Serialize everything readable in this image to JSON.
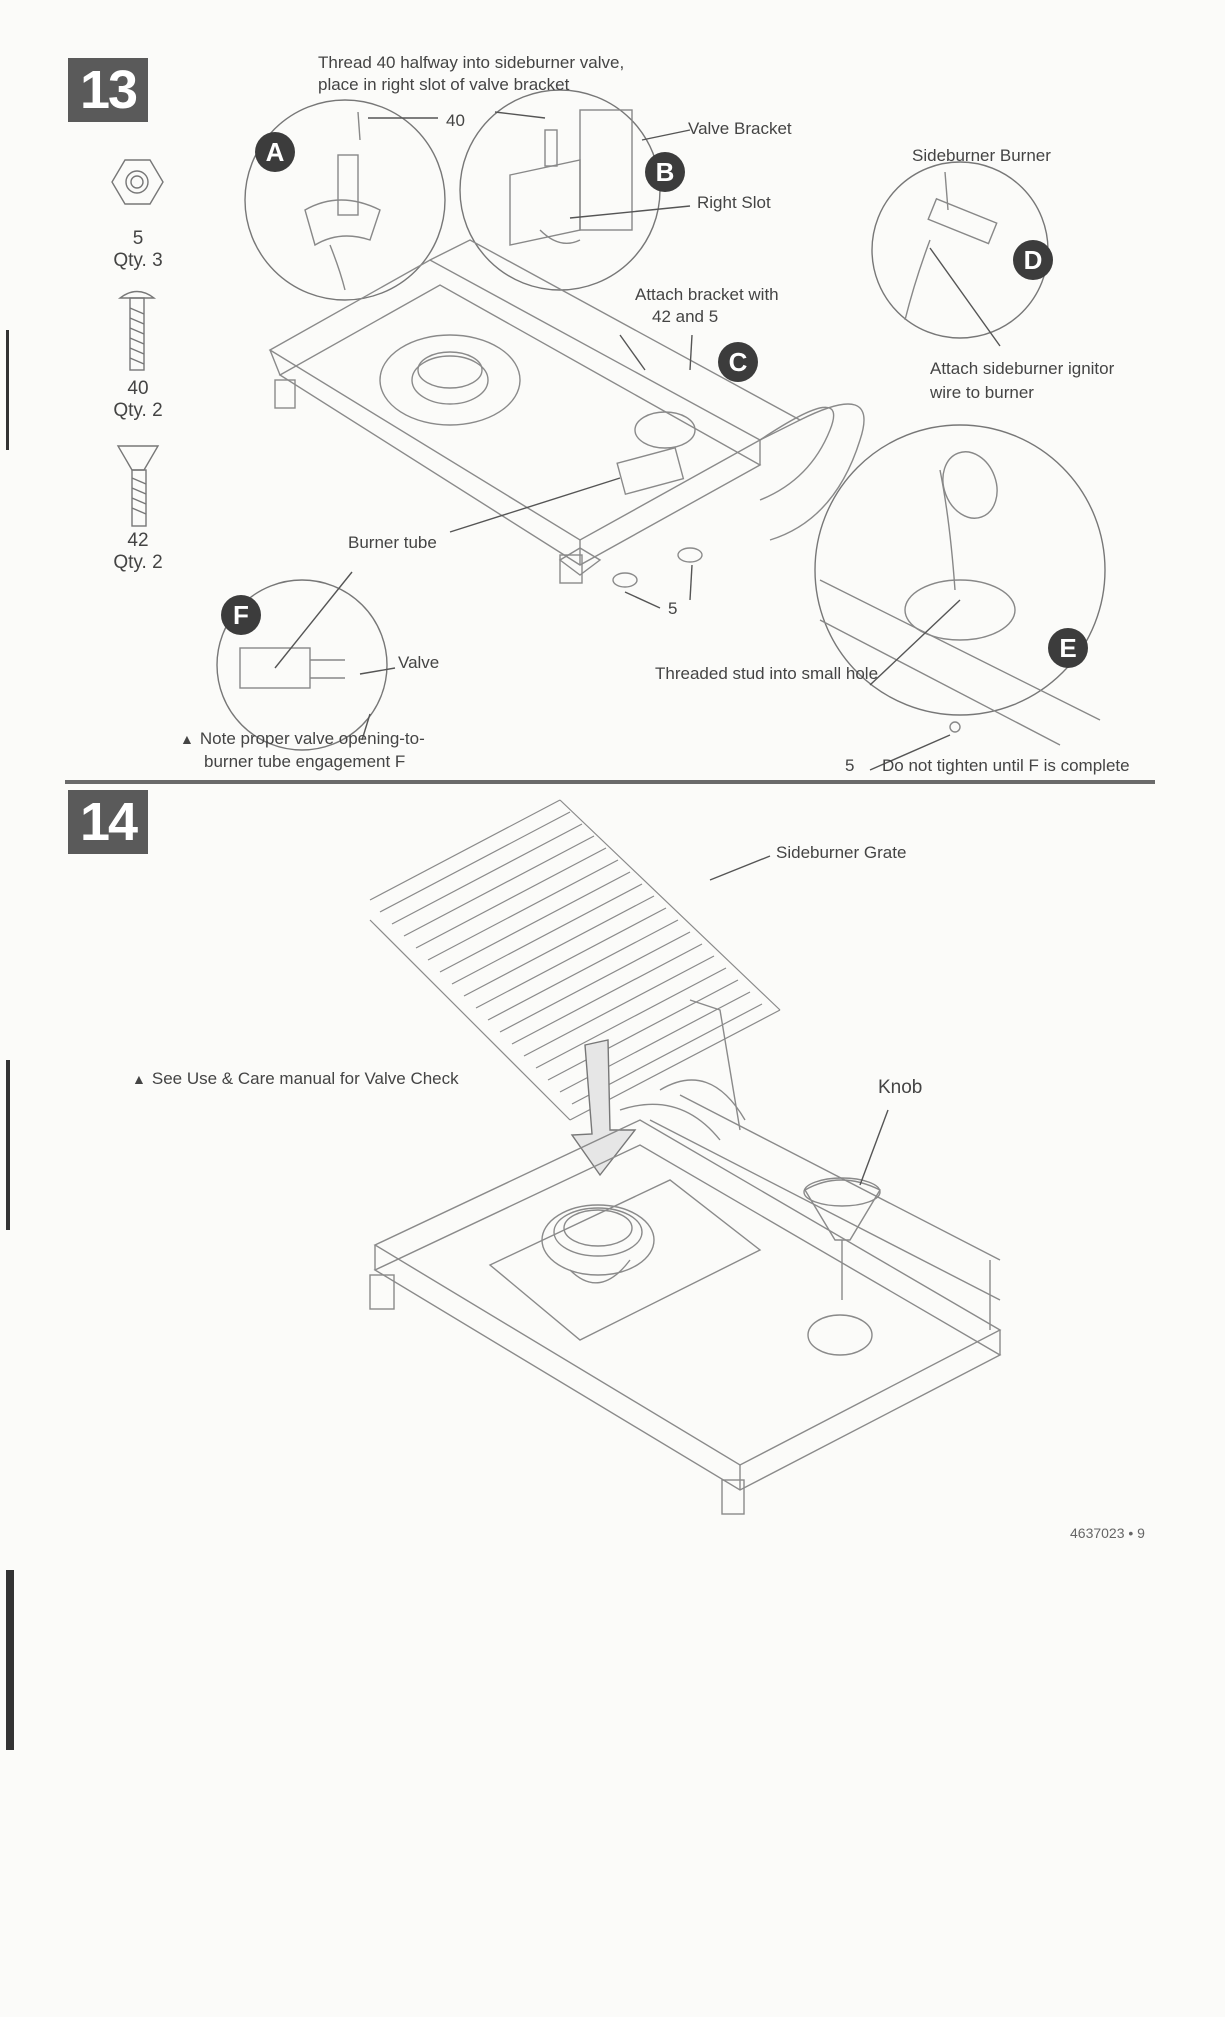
{
  "step13": {
    "number": "13",
    "parts": [
      {
        "id": "5",
        "qty": "Qty. 3"
      },
      {
        "id": "40",
        "qty": "Qty. 2"
      },
      {
        "id": "42",
        "qty": "Qty. 2"
      }
    ],
    "instruction_thread_line1": "Thread 40 halfway into sideburner valve,",
    "instruction_thread_line2": "place in right slot of valve bracket",
    "label_40": "40",
    "label_valve_bracket": "Valve Bracket",
    "label_right_slot": "Right Slot",
    "label_sideburner_burner": "Sideburner Burner",
    "label_attach_bracket_line1": "Attach bracket with",
    "label_attach_bracket_line2": "42 and 5",
    "label_attach_ignitor_line1": "Attach sideburner ignitor",
    "label_attach_ignitor_line2": "wire to burner",
    "label_burner_tube": "Burner tube",
    "label_valve": "Valve",
    "label_5_stud": "5",
    "label_threaded_stud": "Threaded stud into small hole",
    "note_line1": "Note proper valve opening-to-",
    "note_line2": "burner tube engagement F",
    "label_5_bottom": "5",
    "label_do_not_tighten": "Do not tighten until F is complete",
    "callouts": [
      "A",
      "B",
      "C",
      "D",
      "E",
      "F"
    ]
  },
  "step14": {
    "number": "14",
    "label_sideburner_grate": "Sideburner Grate",
    "note_valve_check": "See Use & Care manual for Valve Check",
    "label_knob": "Knob"
  },
  "footer": {
    "doc_page": "4637023  •  9"
  },
  "icons": {
    "warning": "warning-triangle-icon"
  }
}
